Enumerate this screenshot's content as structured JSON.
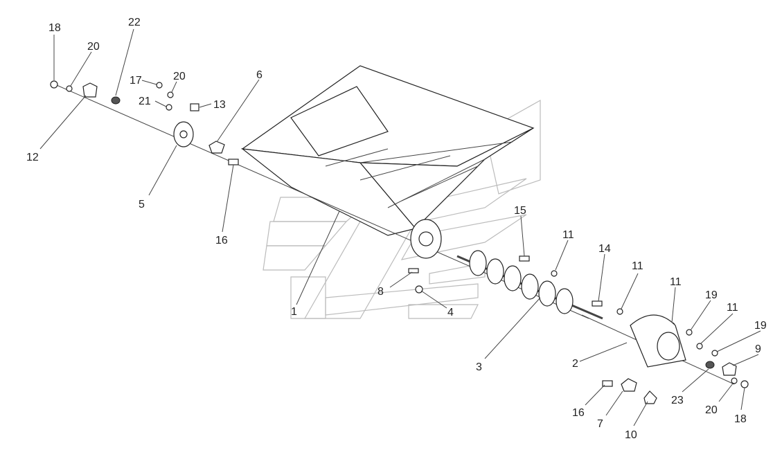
{
  "diagram": {
    "callouts": [
      "18",
      "20",
      "22",
      "17",
      "20",
      "21",
      "13",
      "6",
      "12",
      "5",
      "16",
      "1",
      "8",
      "4",
      "15",
      "11",
      "14",
      "11",
      "11",
      "19",
      "11",
      "19",
      "9",
      "3",
      "2",
      "23",
      "20",
      "18",
      "16",
      "7",
      "10"
    ]
  }
}
